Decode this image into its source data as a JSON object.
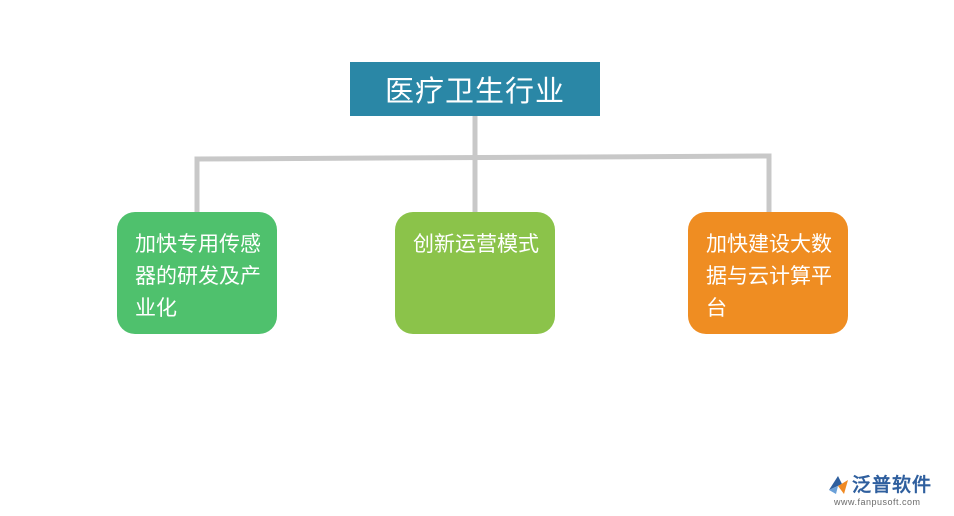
{
  "root": {
    "label": "医疗卫生行业"
  },
  "children": [
    {
      "label": "加快专用传感器的研发及产业化",
      "color": "#4fc16d"
    },
    {
      "label": "创新运营模式",
      "color": "#8bc34a"
    },
    {
      "label": "加快建设大数据与云计算平台",
      "color": "#ef8d22"
    }
  ],
  "colors": {
    "root": "#2a87a6",
    "connector": "#c8c8c8"
  },
  "brand": {
    "name": "泛普软件",
    "url": "www.fanpusoft.com",
    "logo_icon": "fanpu-logo-icon"
  }
}
